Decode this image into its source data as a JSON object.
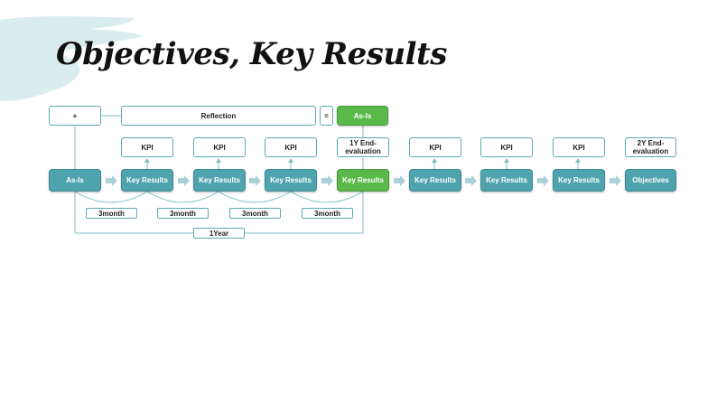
{
  "title": "Objectives, Key Results",
  "top_row": {
    "plus": "+",
    "reflection": "Reflection",
    "equals": "=",
    "as_is": "As-Is"
  },
  "kpi_row": [
    "KPI",
    "KPI",
    "KPI",
    "1Y End-\nevaluation",
    "KPI",
    "KPI",
    "KPI",
    "2Y End-\nevaluation"
  ],
  "main_row": [
    "As-Is",
    "Key Results",
    "Key Results",
    "Key Results",
    "Key Results",
    "Key Results",
    "Key Results",
    "Key Results",
    "Objectives"
  ],
  "month_labels": [
    "3month",
    "3month",
    "3month",
    "3month"
  ],
  "year_label": "1Year",
  "colors": {
    "teal": "#4ea3ad",
    "green": "#5bb84a",
    "arrow": "#a9d1d6",
    "line": "#7fbcc4",
    "brush": "#d9ecee"
  }
}
